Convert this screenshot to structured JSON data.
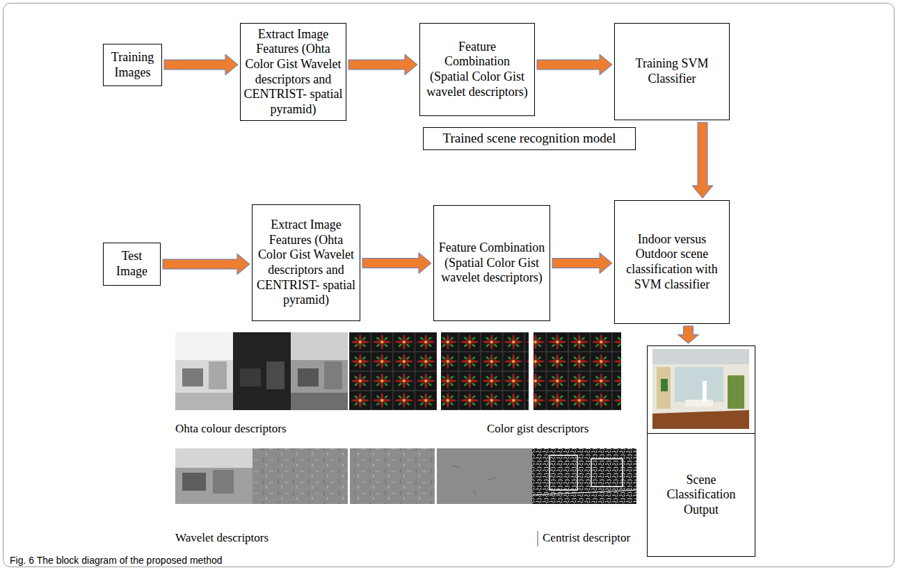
{
  "diagram": {
    "caption": "Fig. 6 The block diagram of the proposed method",
    "nodes": [
      {
        "text": [
          "Training Images"
        ]
      },
      {
        "text": [
          "Extract Image Features (Ohta Color Gist Wavelet descriptors and CENTRIST- spatial pyramid)"
        ]
      },
      {
        "text": [
          "Feature Combination (Spatial Color Gist wavelet descriptors)"
        ]
      },
      {
        "text": [
          "Training SVM Classifier"
        ]
      },
      {
        "text": [
          "Trained scene recognition model"
        ]
      },
      {
        "text": [
          "Test Image"
        ]
      },
      {
        "text": [
          "Extract Image Features (Ohta Color Gist Wavelet descriptors and CENTRIST- spatial pyramid)"
        ]
      },
      {
        "text": [
          "Feature Combination (Spatial Color Gist wavelet descriptors)"
        ]
      },
      {
        "text": [
          "Indoor versus Outdoor scene classification with SVM classifier"
        ]
      },
      {
        "text": [
          "Scene Classification Output"
        ]
      }
    ],
    "edges": [
      {
        "from": 0,
        "to": 1,
        "arrow": "to"
      },
      {
        "from": 1,
        "to": 2,
        "arrow": "to"
      },
      {
        "from": 2,
        "to": 3,
        "arrow": "to"
      },
      {
        "from": 3,
        "to": 8,
        "arrow": "to"
      },
      {
        "from": 5,
        "to": 6,
        "arrow": "to"
      },
      {
        "from": 6,
        "to": 7,
        "arrow": "to"
      },
      {
        "from": 7,
        "to": 8,
        "arrow": "to"
      },
      {
        "from": 8,
        "to": 9,
        "arrow": "to"
      }
    ],
    "labels": [
      "Ohta colour descriptors",
      "Color gist descriptors",
      "Wavelet descriptors",
      "Centrist descriptor"
    ]
  }
}
